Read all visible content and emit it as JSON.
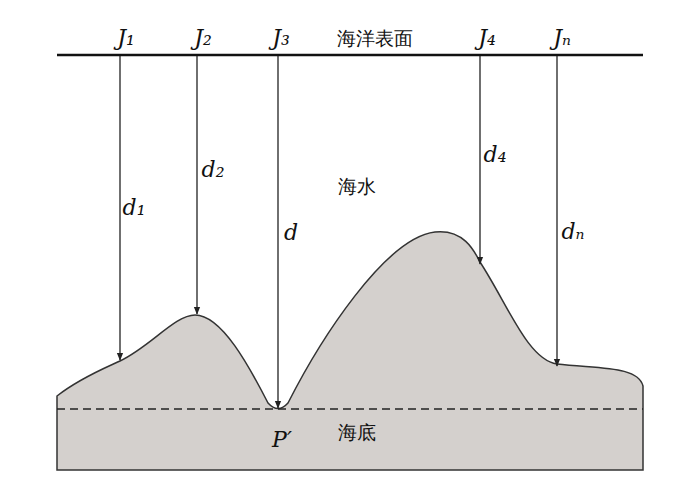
{
  "diagram": {
    "labels": [
      "J₁",
      "J₂",
      "J₃",
      "海洋表面",
      "J₄",
      "Jₙ",
      "d₁",
      "d₂",
      "d",
      "d₄",
      "dₙ",
      "海水",
      "P′",
      "海底"
    ]
  }
}
